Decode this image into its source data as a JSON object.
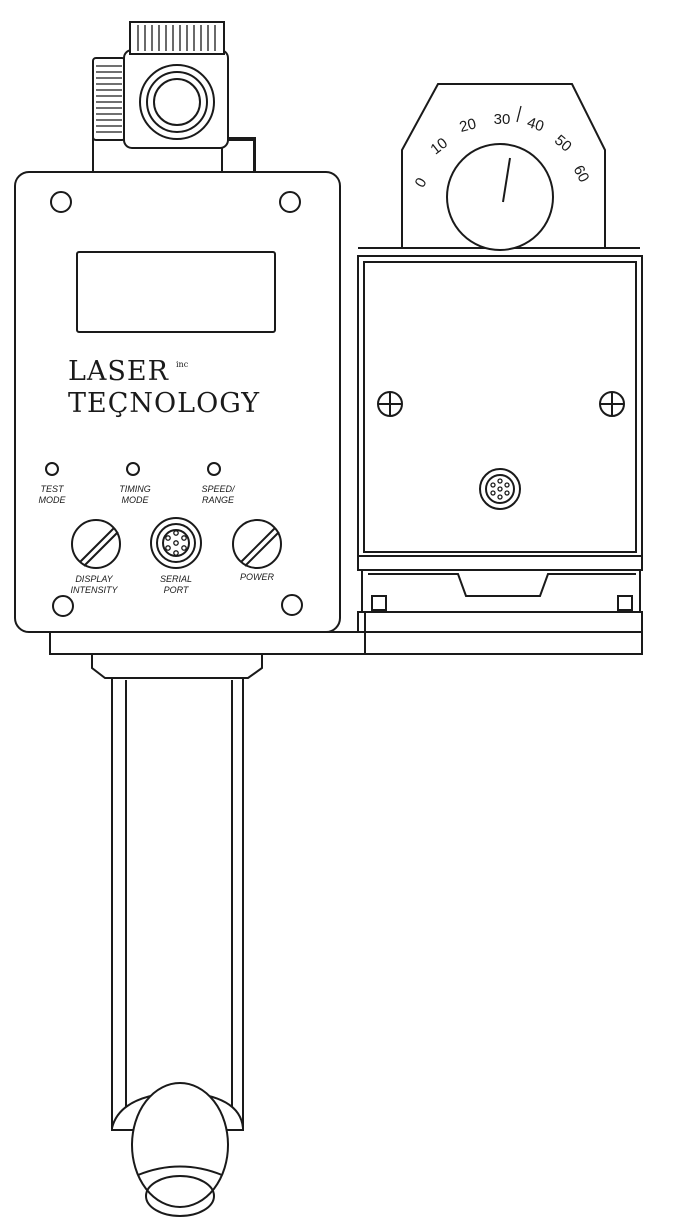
{
  "brand": {
    "line1": "LASER",
    "line1_sup": "inc",
    "line2": "TEÇNOLOGY"
  },
  "indicators": [
    {
      "line1": "TEST",
      "line2": "MODE"
    },
    {
      "line1": "TIMING",
      "line2": "MODE"
    },
    {
      "line1": "SPEED/",
      "line2": "RANGE"
    }
  ],
  "controls": {
    "display": {
      "line1": "DISPLAY",
      "line2": "INTENSITY"
    },
    "serial": {
      "line1": "SERIAL",
      "line2": "PORT"
    },
    "power": {
      "line1": "POWER"
    }
  },
  "dial_scale": [
    "0",
    "10",
    "20",
    "30",
    "40",
    "50",
    "60"
  ]
}
